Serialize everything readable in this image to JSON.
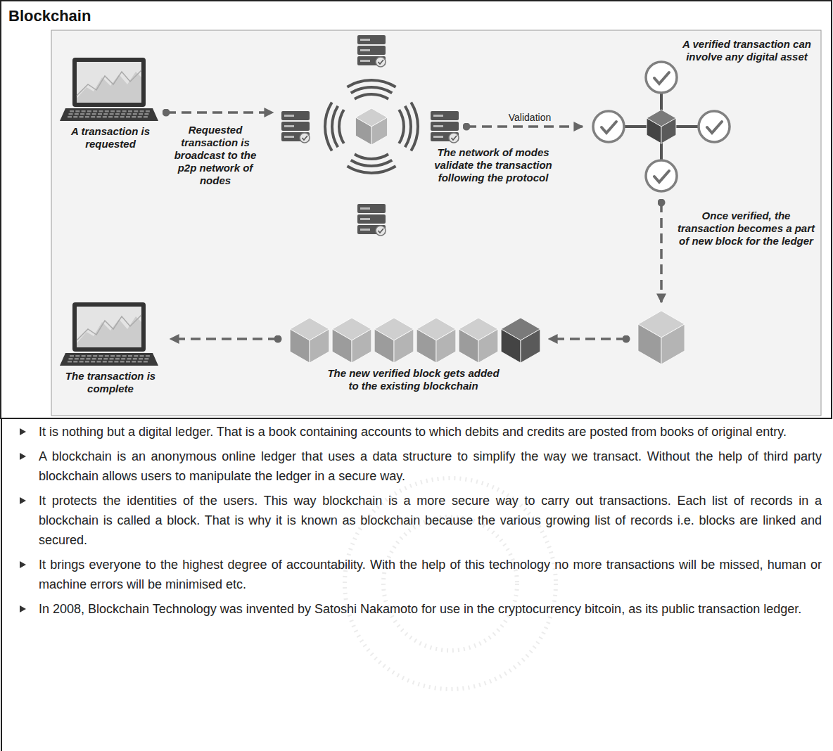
{
  "diagram": {
    "title": "Blockchain",
    "nodes": [
      {
        "text": [
          "A transaction is requested"
        ]
      },
      {
        "text": []
      },
      {
        "text": [
          "A verified transaction can involve any digital asset"
        ]
      },
      {
        "text": []
      },
      {
        "text": [
          "The new verified block gets added to the existing blockchain"
        ]
      },
      {
        "text": [
          "The transaction is complete"
        ]
      }
    ],
    "edges": [
      {
        "from": 0,
        "to": 1,
        "arrow": "to",
        "label": "Requested transaction is broadcast to the p2p network of nodes"
      },
      {
        "from": 1,
        "to": 2,
        "arrow": "to",
        "label": "Validation"
      },
      {
        "from": 2,
        "to": 3,
        "arrow": "to",
        "label": "Once verified, the transaction becomes a part of new block for the ledger"
      },
      {
        "from": 3,
        "to": 4,
        "arrow": "to"
      },
      {
        "from": 4,
        "to": 5,
        "arrow": "to"
      }
    ],
    "labels": [
      "The network of modes validate the transaction following the protocol",
      "It is nothing but a digital ledger. That is a book containing accounts to which debits and credits are posted from books of original entry.",
      "A blockchain is an anonymous online ledger that uses a data structure to simplify the way we transact. Without the help of third party blockchain allows users to manipulate the ledger in a secure way.",
      "It protects the identities of the users. This way blockchain is a more secure way to carry out transactions. Each list of records in a blockchain is called a block. That is why it is known as blockchain because the various growing list of records i.e. blocks are linked and secured.",
      "It brings everyone to the highest degree of accountability. With the help of this technology no more transactions will be missed, human or machine errors will be minimised etc.",
      "In 2008, Blockchain Technology was invented by Satoshi Nakamoto for use in the cryptocurrency bitcoin, as its public transaction ledger."
    ]
  }
}
